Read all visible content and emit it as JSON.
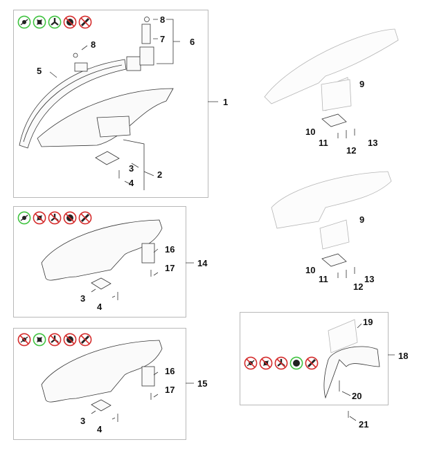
{
  "title": "Trimmer guard assembly exploded parts diagram",
  "colors": {
    "allowed": "#3ec23e",
    "forbidden": "#d42b2b",
    "box_border": "#b8b8b8"
  },
  "icon_types": [
    "trimmer-head",
    "polycut-blade",
    "three-tooth-blade",
    "saw-blade",
    "two-tooth-blade"
  ],
  "groups": [
    {
      "id": "1",
      "label": "1",
      "icons": [
        {
          "type": "trimmer-head",
          "allowed": true
        },
        {
          "type": "polycut-blade",
          "allowed": true
        },
        {
          "type": "three-tooth-blade",
          "allowed": true
        },
        {
          "type": "saw-blade",
          "allowed": false
        },
        {
          "type": "two-tooth-blade",
          "allowed": false
        }
      ]
    },
    {
      "id": "14",
      "label": "14",
      "icons": [
        {
          "type": "trimmer-head",
          "allowed": true
        },
        {
          "type": "polycut-blade",
          "allowed": false
        },
        {
          "type": "three-tooth-blade",
          "allowed": false
        },
        {
          "type": "saw-blade",
          "allowed": false
        },
        {
          "type": "two-tooth-blade",
          "allowed": false
        }
      ]
    },
    {
      "id": "15",
      "label": "15",
      "icons": [
        {
          "type": "trimmer-head",
          "allowed": false
        },
        {
          "type": "polycut-blade",
          "allowed": true
        },
        {
          "type": "three-tooth-blade",
          "allowed": false
        },
        {
          "type": "saw-blade",
          "allowed": false
        },
        {
          "type": "two-tooth-blade",
          "allowed": false
        }
      ]
    },
    {
      "id": "18",
      "label": "18",
      "icons": [
        {
          "type": "trimmer-head",
          "allowed": false
        },
        {
          "type": "polycut-blade",
          "allowed": false
        },
        {
          "type": "three-tooth-blade",
          "allowed": false
        },
        {
          "type": "saw-blade",
          "allowed": true
        },
        {
          "type": "two-tooth-blade",
          "allowed": false
        }
      ]
    }
  ],
  "callouts": {
    "g1": [
      "8",
      "7",
      "6",
      "8",
      "5",
      "1",
      "3",
      "2",
      "4"
    ],
    "r1": [
      "9",
      "10",
      "11",
      "12",
      "13"
    ],
    "r2": [
      "9",
      "10",
      "11",
      "12",
      "13"
    ],
    "g14": [
      "16",
      "17",
      "14",
      "3",
      "4"
    ],
    "g15": [
      "16",
      "17",
      "15",
      "3",
      "4"
    ],
    "g18": [
      "19",
      "18",
      "20",
      "21"
    ]
  }
}
